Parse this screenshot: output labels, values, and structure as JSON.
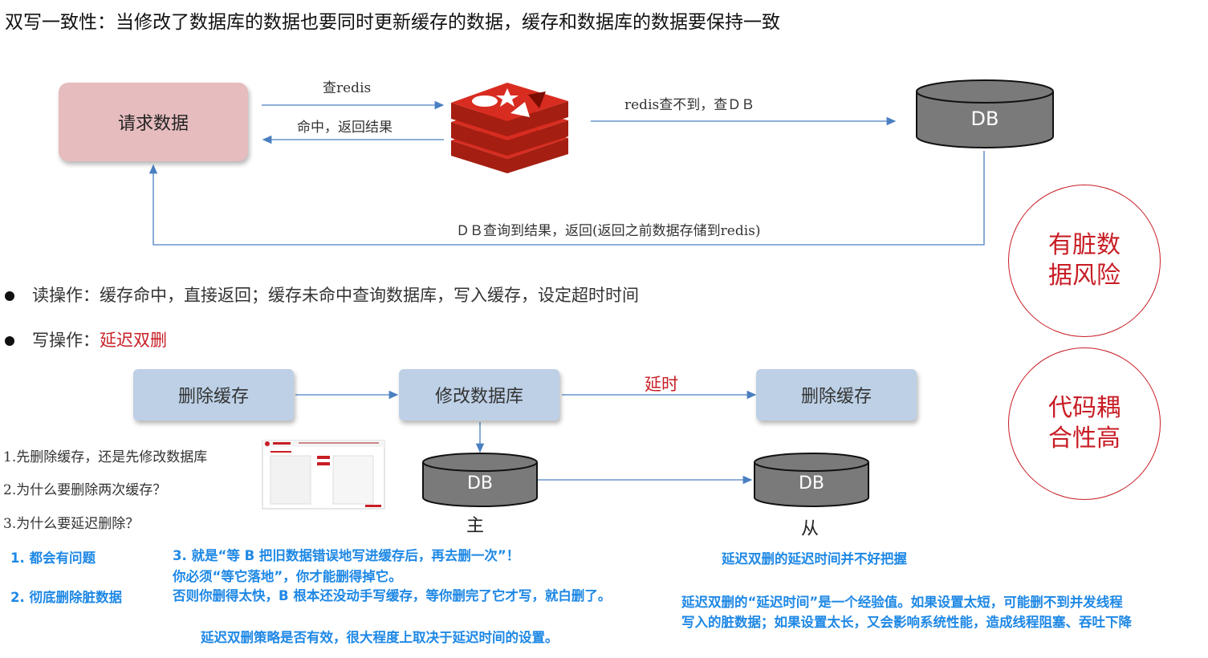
{
  "title": "双写一致性：当修改了数据库的数据也要同时更新缓存的数据，缓存和数据库的数据要保持一致",
  "read_flow": {
    "request_box": "请求数据",
    "query_redis": "查redis",
    "hit_return": "命中，返回结果",
    "redis_miss": "redis查不到，查ＤＢ",
    "db_label": "DB",
    "db_return": "ＤＢ查询到结果，返回(返回之前数据存储到redis)"
  },
  "risk_circle": {
    "line1": "有脏数",
    "line2": "据风险"
  },
  "coupling_circle": {
    "line1": "代码耦",
    "line2": "合性高"
  },
  "bullets": {
    "read_label": "读操作：缓存命中，直接返回；缓存未命中查询数据库，写入缓存，设定超时时间",
    "write_prefix": "写操作：",
    "write_highlight": "延迟双删"
  },
  "write_flow": {
    "step1": "删除缓存",
    "step2": "修改数据库",
    "delay": "延时",
    "step3": "删除缓存",
    "db_master": "DB",
    "db_slave": "DB",
    "master_label": "主",
    "slave_label": "从"
  },
  "questions": [
    "1.先删除缓存，还是先修改数据库",
    "2.为什么要删除两次缓存？",
    "3.为什么要延迟删除？"
  ],
  "notes": {
    "n1": "1. 都会有问题",
    "n2": "2. 彻底删除脏数据",
    "n3_line1": "3. 就是“等 B 把旧数据错误地写进缓存后，再去删一次”！",
    "n3_line2": "你必须“等它落地”，你才能删得掉它。",
    "n3_line3": "否则你删得太快，B 根本还没动手写缓存，等你删完了它才写，就白删了。",
    "strategy": "延迟双删策略是否有效，很大程度上取决于延迟时间的设置。",
    "delay_hard": "延迟双删的延迟时间并不好把握",
    "delay_exp_line1": "延迟双删的“延迟时间”是一个经验值。如果设置太短，可能删不到并发线程",
    "delay_exp_line2": "写入的脏数据；如果设置太长，又会影响系统性能，造成线程阻塞、吞吐下降"
  },
  "colors": {
    "accent_red": "#c81d25",
    "note_blue": "#1e88e5",
    "arrow_blue": "#4a7fc1",
    "request_pink": "#e6bcbe",
    "step_blue": "#bdd0e6",
    "db_gray": "#7a7a7a"
  }
}
